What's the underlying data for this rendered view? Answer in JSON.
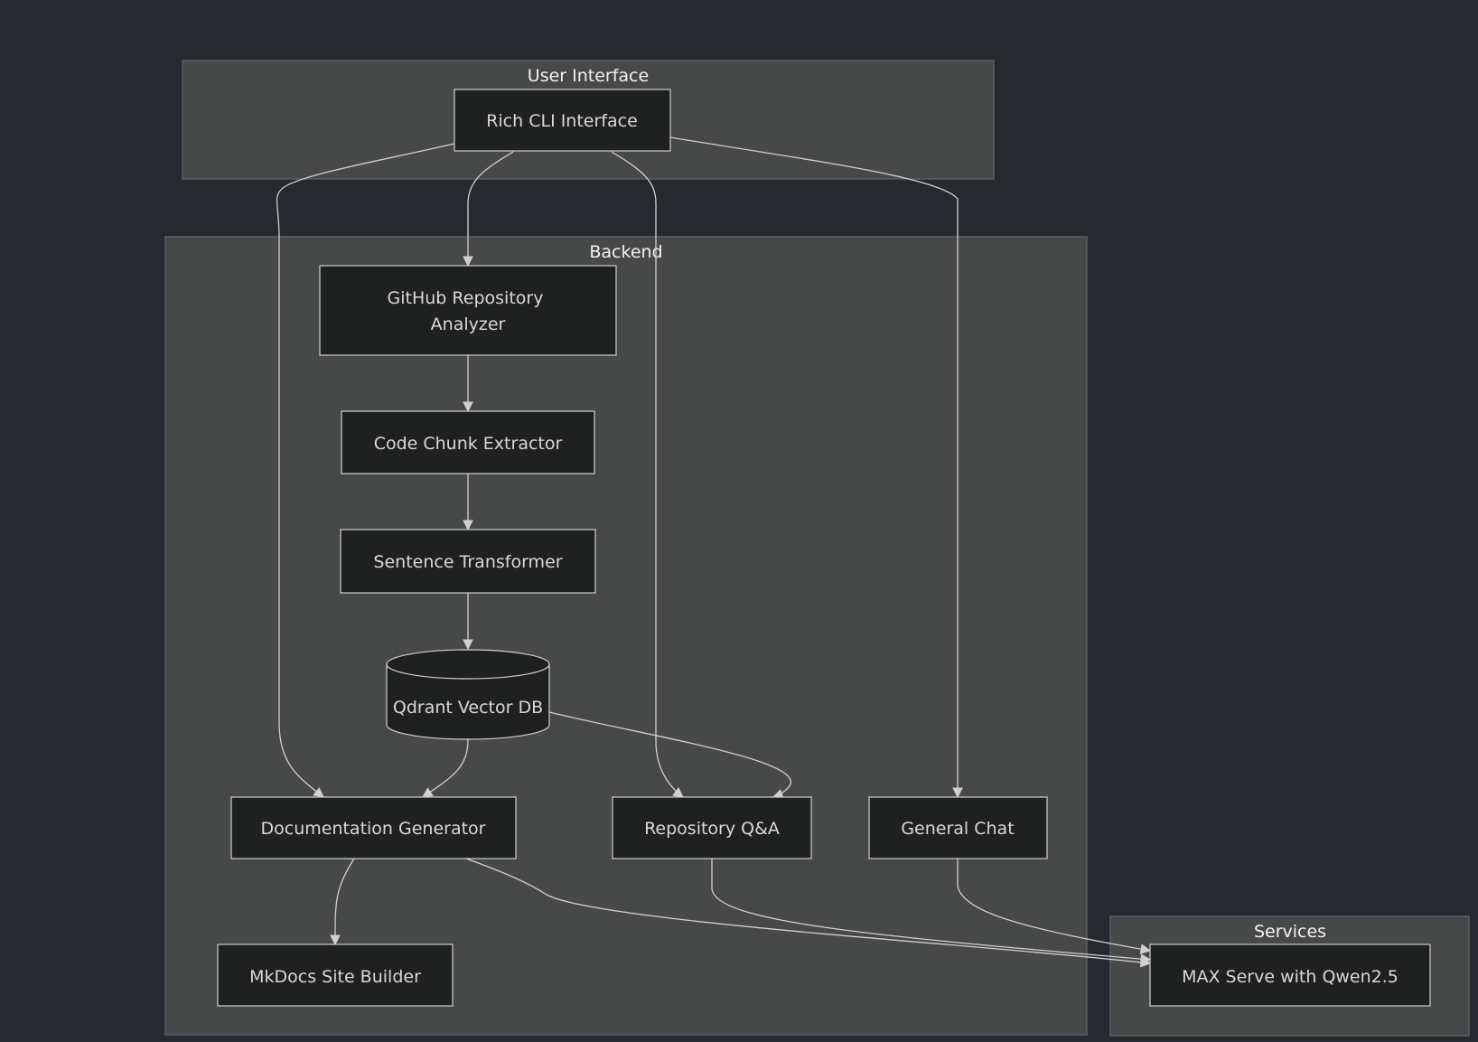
{
  "clusters": {
    "ui": {
      "label": "User Interface"
    },
    "backend": {
      "label": "Backend"
    },
    "services": {
      "label": "Services"
    }
  },
  "nodes": {
    "cli": {
      "label": "Rich CLI Interface"
    },
    "analyzer": {
      "label_line1": "GitHub Repository",
      "label_line2": "Analyzer"
    },
    "extractor": {
      "label": "Code Chunk Extractor"
    },
    "transformer": {
      "label": "Sentence Transformer"
    },
    "qdrant": {
      "label": "Qdrant Vector DB",
      "shape": "cylinder"
    },
    "docgen": {
      "label": "Documentation Generator"
    },
    "qa": {
      "label": "Repository Q&A"
    },
    "chat": {
      "label": "General Chat"
    },
    "mkdocs": {
      "label": "MkDocs Site Builder"
    },
    "max": {
      "label": "MAX Serve with Qwen2.5"
    }
  },
  "edges": [
    {
      "from": "cli",
      "to": "docgen"
    },
    {
      "from": "cli",
      "to": "analyzer"
    },
    {
      "from": "cli",
      "to": "qa"
    },
    {
      "from": "cli",
      "to": "chat"
    },
    {
      "from": "analyzer",
      "to": "extractor"
    },
    {
      "from": "extractor",
      "to": "transformer"
    },
    {
      "from": "transformer",
      "to": "qdrant"
    },
    {
      "from": "qdrant",
      "to": "docgen"
    },
    {
      "from": "qdrant",
      "to": "qa"
    },
    {
      "from": "docgen",
      "to": "mkdocs"
    },
    {
      "from": "docgen",
      "to": "max"
    },
    {
      "from": "qa",
      "to": "max"
    },
    {
      "from": "chat",
      "to": "max"
    }
  ],
  "colors": {
    "background": "#262a2e",
    "cluster_fill": "#474848",
    "node_fill": "#1f2020",
    "node_stroke": "#cfcfcf",
    "edge": "#d0d0d0"
  }
}
